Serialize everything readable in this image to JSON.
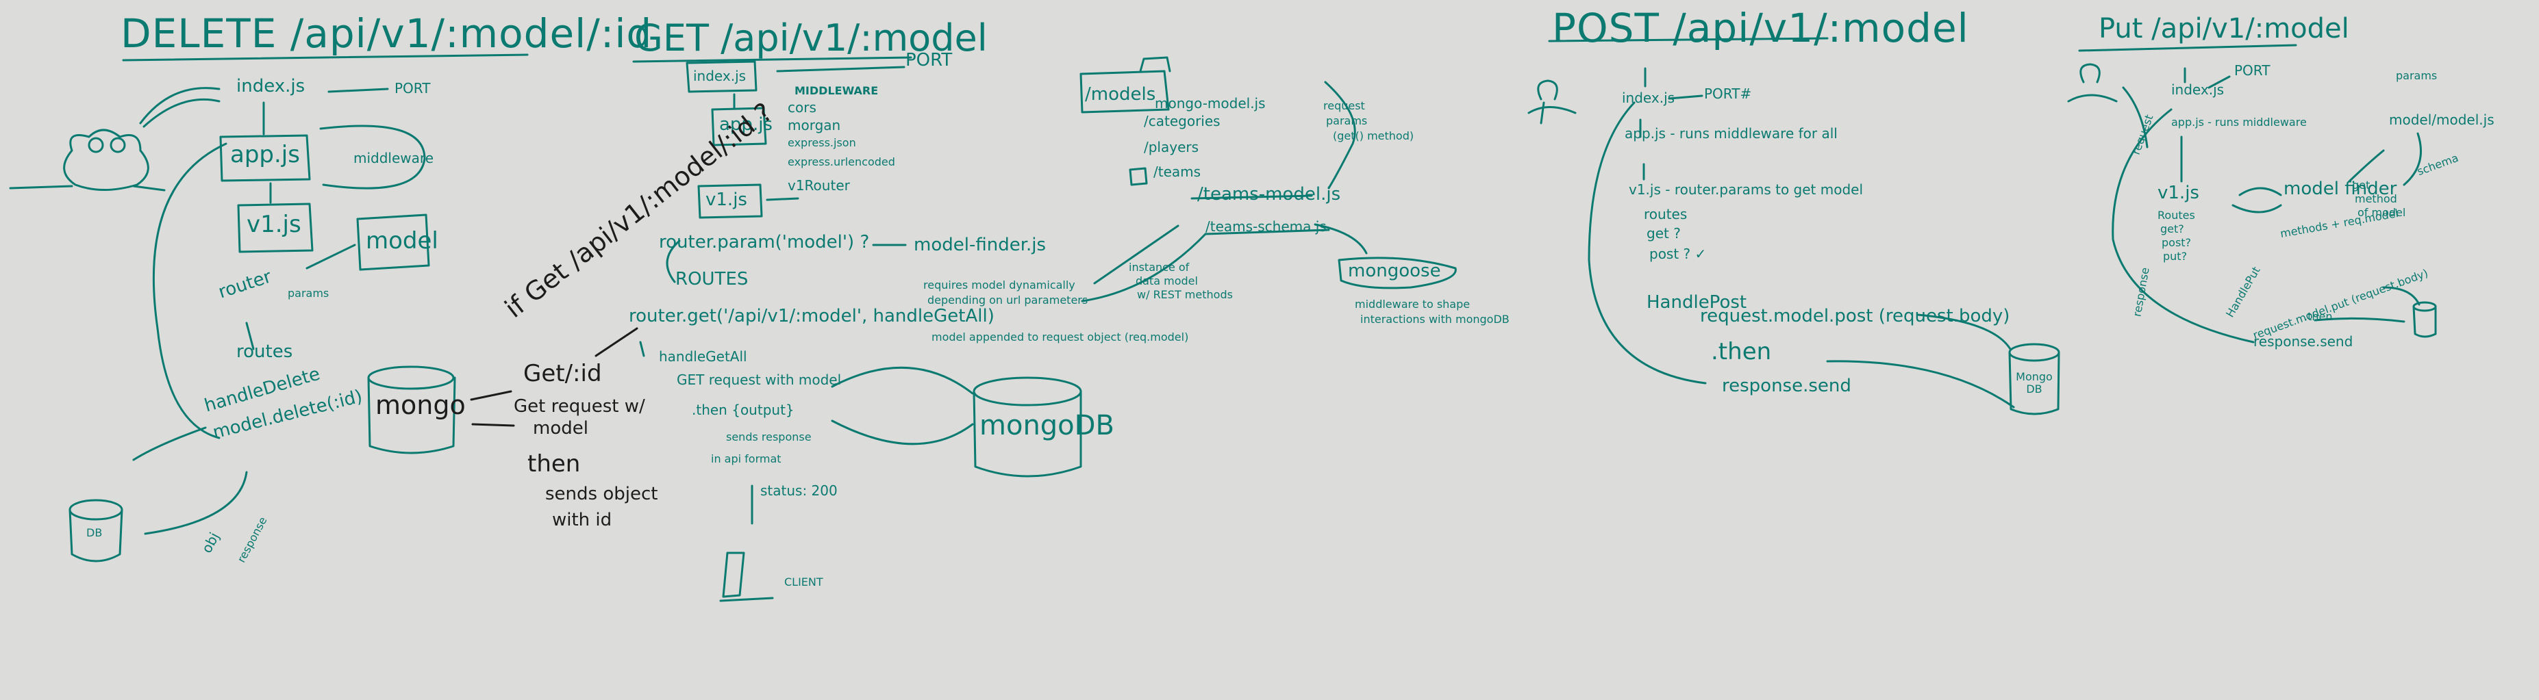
{
  "colors": {
    "board": "#dcdcdb",
    "ink": "#0b7a70",
    "dark_ink": "#1c1c1c"
  },
  "delete": {
    "title": "DELETE /api/v1/:model/:id",
    "index": "index.js",
    "port": "PORT",
    "app": "app.js",
    "middleware": "middleware",
    "v1": "v1.js",
    "model": "model",
    "router": "router",
    "params": "params",
    "routes": "routes",
    "handle": "handleDelete",
    "call": "model.delete(:id)",
    "db": "DB",
    "obj": "obj",
    "response": "response"
  },
  "get": {
    "title": "GET /api/v1/:model",
    "index": "index.js",
    "port": "PORT",
    "middleware_heading": "MIDDLEWARE",
    "middleware": [
      "cors",
      "morgan",
      "express.json",
      "express.urlencoded",
      "v1Router"
    ],
    "app": "app.js",
    "v1": "v1.js",
    "router_param": "router.param('model') ?",
    "finder": "model-finder.js",
    "routes_heading": "ROUTES",
    "route_call": "router.get('/api/v1/:model', handleGetAll)",
    "requires_note": [
      "requires model dynamically",
      "depending on url parameters"
    ],
    "model_note": "model appended to request object (req.model)",
    "handle": "handleGetAll",
    "get_req": "GET request with model",
    "then": ".then  {output}",
    "sends": "sends response",
    "format": "in api format",
    "status": "status: 200",
    "mongodb": "mongoDB",
    "client": "CLIENT"
  },
  "get_id": {
    "question": "if Get /api/v1/:model/:id ?",
    "mongo": "mongo",
    "heading": "Get/:id",
    "line1": "Get request w/",
    "line2": "model",
    "then": "then",
    "sends": "sends object",
    "with": "with id"
  },
  "models": {
    "folder": "/models",
    "items": [
      "mongo-model.js",
      "/categories",
      "/players",
      "/teams"
    ],
    "request_note": [
      "request",
      "params",
      "(get() method)"
    ],
    "teams_model": "/teams-model.js",
    "teams_schema": "/teams-schema.js",
    "instance_note": [
      "instance of",
      "data model",
      "w/ REST methods"
    ],
    "mongoose": "mongoose",
    "mongoose_note": [
      "middleware to shape",
      "interactions with mongoDB"
    ]
  },
  "post": {
    "title": "POST /api/v1/:model",
    "index": "index.js",
    "port": "PORT#",
    "app": "app.js - runs middleware for all",
    "v1": "v1.js - router.params to get model",
    "routes": "routes",
    "get": "get ?",
    "post": "post ? ✓",
    "handle": "HandlePost",
    "request": "request.model.post (request.body)",
    "then": ".then",
    "send": "response.send",
    "db": "Mongo DB"
  },
  "put": {
    "title": "Put /api/v1/:model",
    "index": "index.js",
    "port": "PORT",
    "app": "app.js - runs middleware",
    "request": "request",
    "v1": "v1.js",
    "finder": "model finder",
    "method_note": "methods + req.model",
    "model_js": "model/model.js",
    "params": "params",
    "schema": "schema",
    "get_note": [
      "get",
      "method",
      "of model"
    ],
    "routes": [
      "Routes",
      "get?",
      "post?",
      "put?"
    ],
    "handle": "HandlePut",
    "req": "request.model.put (request.body)",
    "then": ".then",
    "send": "response.send",
    "response": "response"
  }
}
